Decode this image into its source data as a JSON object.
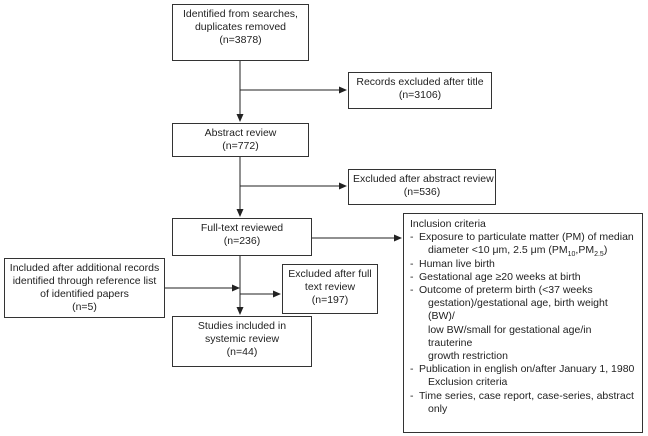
{
  "boxes": {
    "identified": {
      "lines": [
        "Identified from searches,",
        "duplicates removed",
        "(n=3878)"
      ]
    },
    "excluded_title": {
      "lines": [
        "Records excluded after title",
        "(n=3106)"
      ]
    },
    "abstract_review": {
      "lines": [
        "Abstract review",
        "(n=772)"
      ]
    },
    "excluded_abstract": {
      "lines": [
        "Excluded after abstract review",
        "(n=536)"
      ]
    },
    "fulltext": {
      "lines": [
        "Full-text reviewed",
        "(n=236)"
      ]
    },
    "additional": {
      "lines": [
        "Included after additional records",
        "identified through reference list",
        "of identified papers",
        "(n=5)"
      ]
    },
    "excluded_fulltext": {
      "lines": [
        "Excluded after full",
        "text review",
        "(n=197)"
      ]
    },
    "included": {
      "lines": [
        "Studies included in",
        "systemic review",
        "(n=44)"
      ]
    }
  },
  "criteria": {
    "inclusion_title": "Inclusion criteria",
    "pm_line1": "Exposure to particulate matter (PM) of median",
    "pm_line2_prefix": "diameter <10 μm, 2.5 μm (PM",
    "pm_sub1": "10",
    "pm_mid": ",PM",
    "pm_sub2": "2.5",
    "pm_suffix": ")",
    "human": "Human live birth",
    "gestational": "Gestational age ≥20 weeks at birth",
    "outcome_lines": [
      "Outcome of preterm birth (<37 weeks",
      "gestation)/gestational age, birth weight (BW)/",
      "low BW/small for gestational age/in trauterine",
      "growth restriction"
    ],
    "publication": "Publication in english on/after January 1, 1980",
    "exclusion_title": "Exclusion criteria",
    "exclusion_lines": [
      "Time series, case report, case-series, abstract",
      "only"
    ],
    "dash": "-"
  }
}
